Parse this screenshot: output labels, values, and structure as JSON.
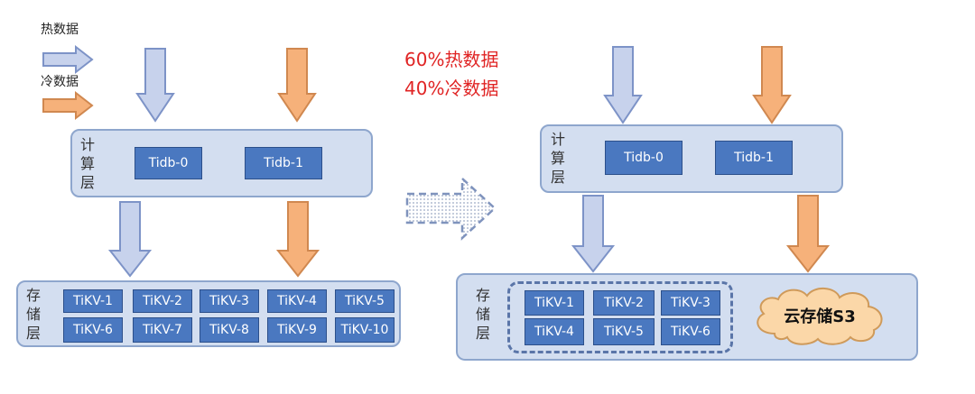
{
  "legend": {
    "hot_label": "热数据",
    "cold_label": "冷数据"
  },
  "annotation": {
    "hot_pct": "60%热数据",
    "cold_pct": "40%冷数据"
  },
  "left": {
    "compute_label": [
      "计",
      "算",
      "层"
    ],
    "compute_nodes": [
      "Tidb-0",
      "Tidb-1"
    ],
    "storage_label": [
      "存",
      "储",
      "层"
    ],
    "storage_nodes": [
      "TiKV-1",
      "TiKV-2",
      "TiKV-3",
      "TiKV-4",
      "TiKV-5",
      "TiKV-6",
      "TiKV-7",
      "TiKV-8",
      "TiKV-9",
      "TiKV-10"
    ]
  },
  "right": {
    "compute_label": [
      "计",
      "算",
      "层"
    ],
    "compute_nodes": [
      "Tidb-0",
      "Tidb-1"
    ],
    "storage_label": [
      "存",
      "储",
      "层"
    ],
    "storage_nodes": [
      "TiKV-1",
      "TiKV-2",
      "TiKV-3",
      "TiKV-4",
      "TiKV-5",
      "TiKV-6"
    ],
    "cloud_label": "云存储S3"
  },
  "colors": {
    "hot_arrow": "#c7d2ec",
    "cold_arrow": "#f6b17a",
    "panel": "#d3def0",
    "node": "#4a78c0",
    "annotation": "#e02424"
  },
  "icons": [
    "hot-arrow-icon",
    "cold-arrow-icon",
    "transition-arrow-icon",
    "cloud-icon"
  ]
}
